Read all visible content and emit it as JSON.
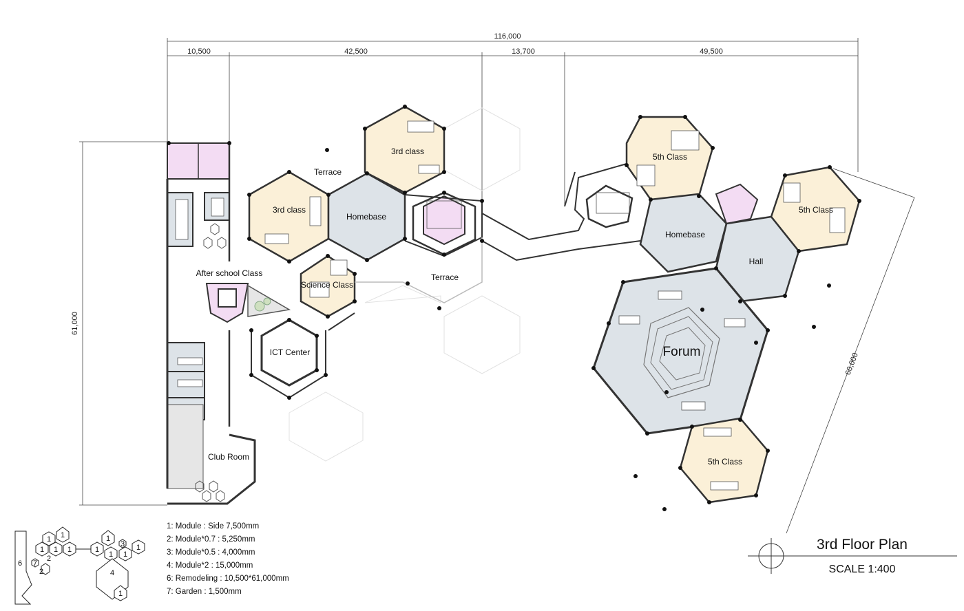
{
  "title": "3rd Floor Plan",
  "scale": "SCALE 1:400",
  "colors": {
    "classroom": "#fbf0d8",
    "commons": "#dde3e8",
    "service": "#f3dcf3",
    "wall": "#333333"
  },
  "dimensions": {
    "total": "116,000",
    "seg1": "10,500",
    "seg2": "42,500",
    "seg3": "13,700",
    "seg4": "49,500",
    "left_height": "61,000",
    "right_diag": "60,000"
  },
  "rooms": {
    "third_class_top": "3rd class",
    "third_class_left": "3rd class",
    "terrace_top": "Terrace",
    "terrace_bottom": "Terrace",
    "homebase_left": "Homebase",
    "homebase_right": "Homebase",
    "after_school": "After school Class",
    "science": "Science Class",
    "ict": "ICT Center",
    "club_room": "Club Room",
    "fifth_class_top": "5th Class",
    "fifth_class_right": "5th Class",
    "fifth_class_bottom": "5th Class",
    "hall": "Hall",
    "forum": "Forum"
  },
  "legend": [
    "1: Module : Side 7,500mm",
    "2: Module*0.7 : 5,250mm",
    "3: Module*0.5 : 4,000mm",
    "4: Module*2 : 15,000mm",
    "6: Remodeling : 10,500*61,000mm",
    "7: Garden : 1,500mm"
  ],
  "key_map": {
    "one": "1",
    "two": "2",
    "three": "3",
    "four": "4",
    "six": "6",
    "seven": "7"
  }
}
